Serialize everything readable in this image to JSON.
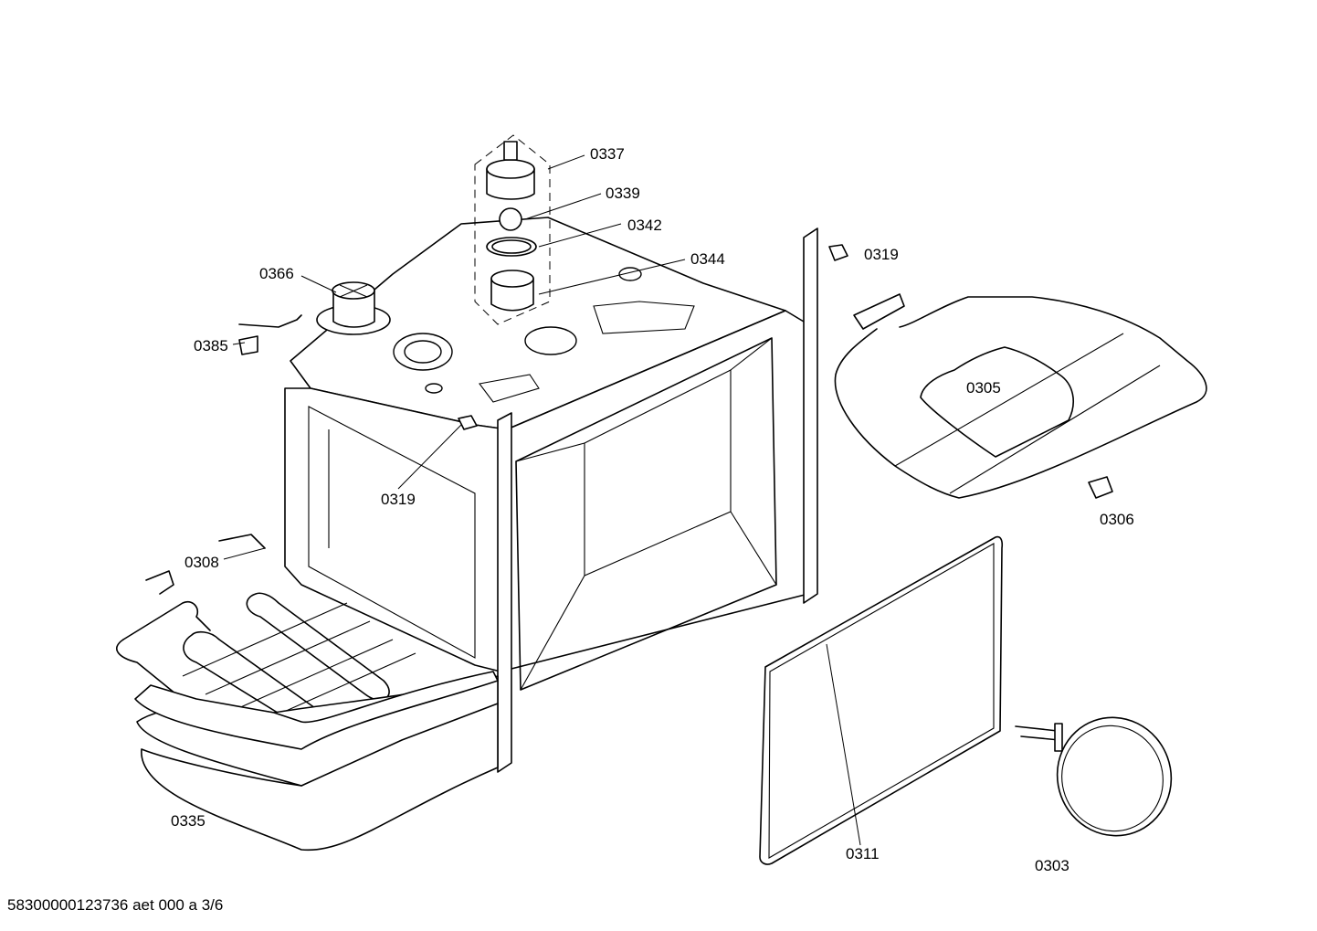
{
  "labels": {
    "p0337": "0337",
    "p0339": "0339",
    "p0342": "0342",
    "p0344": "0344",
    "p0366": "0366",
    "p0385": "0385",
    "p0319_top": "0319",
    "p0319_inner": "0319",
    "p0305": "0305",
    "p0306": "0306",
    "p0308": "0308",
    "p0311": "0311",
    "p0303": "0303",
    "p0335": "0335"
  },
  "footer": "58300000123736 aet 000 a 3/6"
}
